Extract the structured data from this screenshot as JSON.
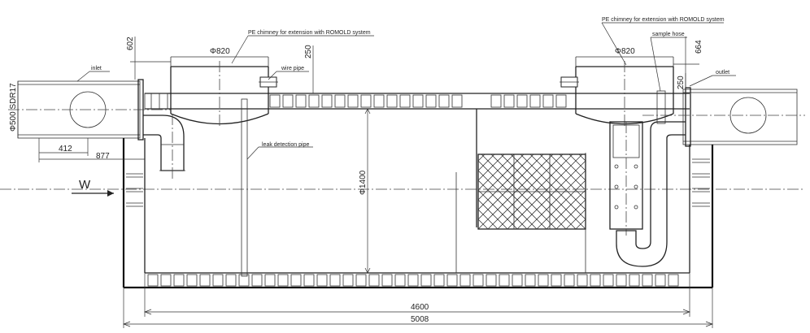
{
  "diagram": {
    "labels": {
      "chimney_left": "PE chimney for extension with ROMOLD system",
      "chimney_right": "PE chimney for extension with ROMOLD system",
      "sample_hose": "sample hose",
      "wire_pipe": "wire pipe",
      "leak_detection_pipe": "leak detection pipe",
      "inlet": "inlet",
      "outlet": "outlet",
      "flow_direction": "W"
    },
    "dimensions": {
      "pipe_diameter": "Φ500 SDR17",
      "chimney_dia_left": "Φ820",
      "chimney_dia_right": "Φ820",
      "tank_height": "Φ1400",
      "inlet_height": "602",
      "chimney_left_height": "250",
      "chimney_right_height": "250",
      "outlet_height": "664",
      "inlet_412": "412",
      "inlet_877": "877",
      "inner_length": "4600",
      "total_length": "5008"
    }
  }
}
